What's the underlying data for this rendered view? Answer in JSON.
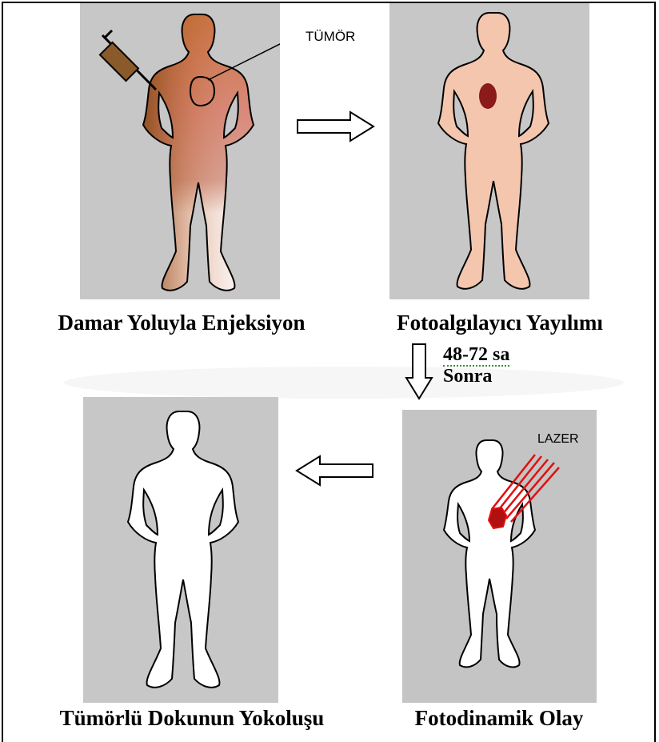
{
  "panels": [
    {
      "caption": "Damar Yoluyla Enjeksiyon",
      "callout": "TÜMÖR"
    },
    {
      "caption": "Fotoalgılayıcı Yayılımı"
    },
    {
      "caption": "Tümörlü Dokunun Yokoluşu"
    },
    {
      "caption": "Fotodinamik Olay",
      "callout": "LAZER"
    }
  ],
  "time_note": {
    "line1": "48-72 sa",
    "line2": "Sonra"
  },
  "colors": {
    "panel_bg": "#c7c7c7",
    "skin": "#f5c6ae",
    "tumor": "#8b1a1a",
    "laser": "#e01010",
    "injection_brown": "#a0521e"
  }
}
